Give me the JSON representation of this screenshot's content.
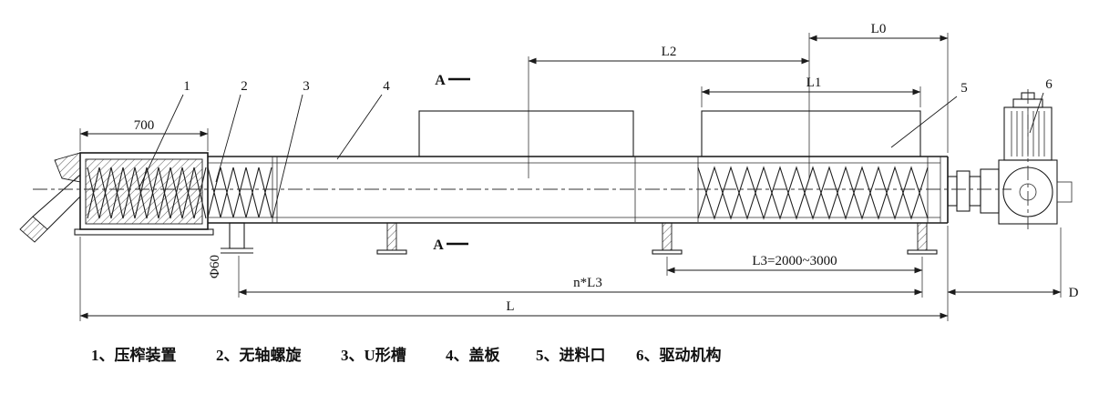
{
  "drawing": {
    "title": "shaftless-screw-conveyor-general-arrangement"
  },
  "dimensions": {
    "width_700": "700",
    "phi_60": "Φ60",
    "l2": "L2",
    "l0": "L0",
    "l1": "L1",
    "l3_range": "L3=2000~3000",
    "n_l3": "n*L3",
    "total_l": "L",
    "d": "D"
  },
  "section_marks": {
    "top": "A",
    "bottom": "A"
  },
  "callouts": {
    "c1": "1",
    "c2": "2",
    "c3": "3",
    "c4": "4",
    "c5": "5",
    "c6": "6"
  },
  "legend": {
    "items": [
      "1、压榨装置",
      "2、无轴螺旋",
      "3、U形槽",
      "4、盖板",
      "5、进料口",
      "6、驱动机构"
    ]
  }
}
